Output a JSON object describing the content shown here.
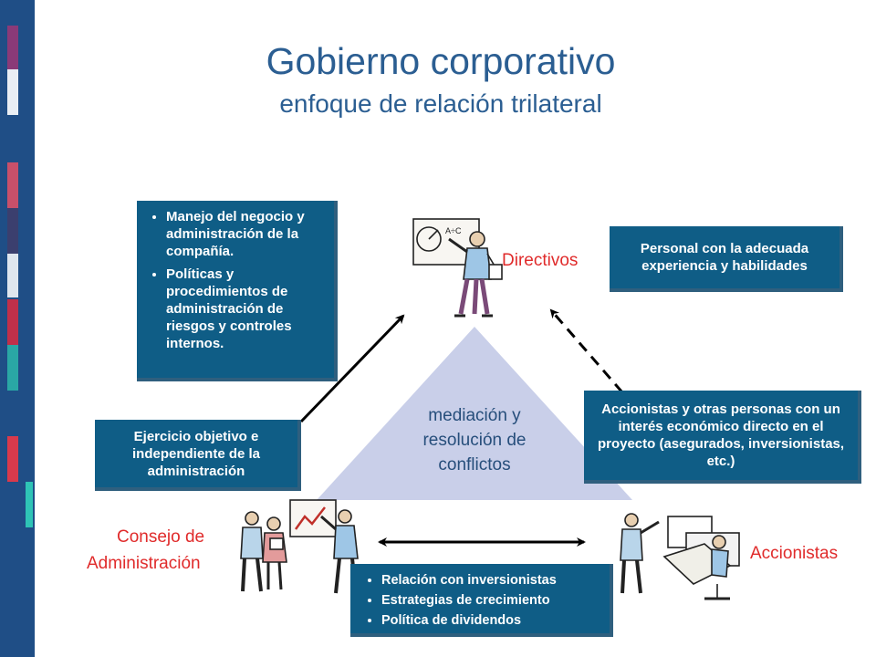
{
  "title": "Gobierno corporativo",
  "subtitle": "enfoque de relación trilateral",
  "actors": {
    "directivos": "Directivos",
    "consejo_line1": "Consejo de",
    "consejo_line2": "Administración",
    "accionistas": "Accionistas"
  },
  "center_text": [
    "mediación y",
    "resolución de",
    "conflictos"
  ],
  "boxes": {
    "directivos_bullets": [
      "Manejo del negocio y administración de la compañía.",
      "Políticas y procedimientos de administración de riesgos y controles internos."
    ],
    "directivos_profile": "Personal con la adecuada experiencia y habilidades",
    "consejo_role": "Ejercicio objetivo e independiente de la administración",
    "accionistas_role": "Accionistas y otras personas con un interés económico directo en el proyecto (asegurados, inversionistas, etc.)",
    "relations_bullets": [
      "Relación con inversionistas",
      "Estrategias de crecimiento",
      "Política de dividendos"
    ]
  },
  "colors": {
    "box_fill": "#0f5d86",
    "title": "#2b5e92",
    "actor_label": "#e02b2b",
    "triangle": "#c9cfe9",
    "sidebar": "#1f4e86"
  },
  "icons": [
    "presenter-at-board-icon",
    "business-team-meeting-icon",
    "office-workstation-icon"
  ]
}
